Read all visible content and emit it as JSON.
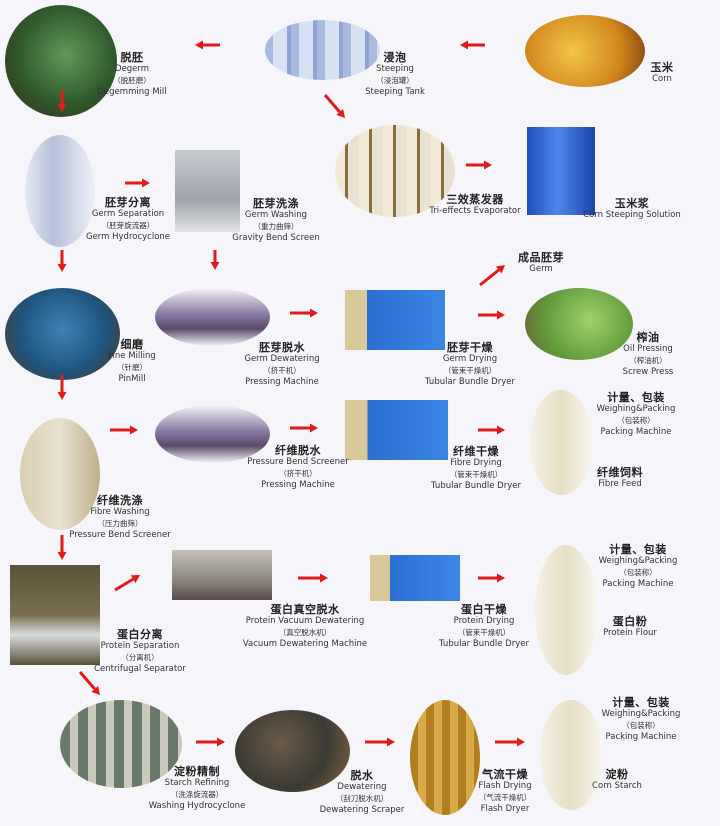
{
  "arrow_color": "#e21a1a",
  "nodes": [
    {
      "id": "corn",
      "photo": "corn-photo",
      "cn": "玉米",
      "en": "Corn"
    },
    {
      "id": "steeping",
      "photo": "steeping-tank-photo",
      "cn": "浸泡",
      "en": "Steeping",
      "machine_cn": "（浸泡罐）",
      "machine_en": "Steeping Tank"
    },
    {
      "id": "degerm",
      "photo": "degemming-mill-photo",
      "cn": "脱胚",
      "en": "Degerm",
      "machine_cn": "（脱胚磨）",
      "machine_en": "Degemming Mill"
    },
    {
      "id": "evaporator",
      "photo": "evaporator-photo",
      "cn": "三效蒸发器",
      "en": "Tri-effects Evaporator"
    },
    {
      "id": "steep-solution",
      "photo": "drum-photo",
      "cn": "玉米浆",
      "en": "Corn Steeping Solution"
    },
    {
      "id": "germ-separation",
      "photo": "hydrocyclone-photo",
      "cn": "胚芽分离",
      "en": "Germ Separation",
      "machine_cn": "（胚芽旋流器）",
      "machine_en": "Germ Hydrocyclone"
    },
    {
      "id": "germ-washing",
      "photo": "bend-screen-photo",
      "cn": "胚芽洗涤",
      "en": "Germ Washing",
      "machine_cn": "（重力曲筛）",
      "machine_en": "Gravity Bend Screen"
    },
    {
      "id": "germ-product",
      "cn": "成品胚芽",
      "en": "Germ"
    },
    {
      "id": "fine-milling",
      "photo": "pin-mill-photo",
      "cn": "细磨",
      "en": "Fine Milling",
      "machine_cn": "（针磨）",
      "machine_en": "PinMill"
    },
    {
      "id": "germ-dewatering",
      "photo": "pressing-machine-photo",
      "cn": "胚芽脱水",
      "en": "Germ Dewatering",
      "machine_cn": "（挤干机）",
      "machine_en": "Pressing Machine"
    },
    {
      "id": "germ-drying",
      "photo": "tubular-dryer-photo",
      "cn": "胚芽干燥",
      "en": "Germ Drying",
      "machine_cn": "（管束干燥机）",
      "machine_en": "Tubular Bundle Dryer"
    },
    {
      "id": "oil-pressing",
      "photo": "screw-press-photo",
      "cn": "榨油",
      "en": "Oil Pressing",
      "machine_cn": "（榨油机）",
      "machine_en": "Screw Press"
    },
    {
      "id": "fibre-washing",
      "photo": "pressure-screen-photo",
      "cn": "纤维洗涤",
      "en": "Fibre Washing",
      "machine_cn": "（压力曲筛）",
      "machine_en": "Pressure Bend Screener"
    },
    {
      "id": "fibre-dewatering",
      "photo": "pressing-machine-photo",
      "cn": "纤维脱水",
      "en": "Pressure Bend Screener",
      "machine_cn": "（挤干机）",
      "machine_en": "Pressing Machine"
    },
    {
      "id": "fibre-drying",
      "photo": "tubular-dryer-photo",
      "cn": "纤维干燥",
      "en": "Fibre Drying",
      "machine_cn": "（管束干燥机）",
      "machine_en": "Tubular Bundle Dryer"
    },
    {
      "id": "fibre-packing",
      "photo": "packing-machine-photo",
      "cn": "计量、包装",
      "en": "Weighing&Packing",
      "machine_cn": "（包装称）",
      "machine_en": "Packing Machine"
    },
    {
      "id": "fibre-feed",
      "cn": "纤维饲料",
      "en": "Fibre Feed"
    },
    {
      "id": "protein-separation",
      "photo": "centrifuge-photo",
      "cn": "蛋白分离",
      "en": "Protein Separation",
      "machine_cn": "（分离机）",
      "machine_en": "Centrifugal Separator"
    },
    {
      "id": "protein-vacuum",
      "photo": "vacuum-drum-photo",
      "cn": "蛋白真空脱水",
      "en": "Protein Vacuum Dewatering",
      "machine_cn": "（真空脱水机）",
      "machine_en": "Vacuum Dewatering Machine"
    },
    {
      "id": "protein-drying",
      "photo": "tubular-dryer-photo",
      "cn": "蛋白干燥",
      "en": "Protein Drying",
      "machine_cn": "（管束干燥机）",
      "machine_en": "Tubular Bundle Dryer"
    },
    {
      "id": "protein-packing",
      "photo": "packing-machine-photo",
      "cn": "计量、包装",
      "en": "Weighing&Packing",
      "machine_cn": "（包装称）",
      "machine_en": "Packing Machine"
    },
    {
      "id": "protein-flour",
      "cn": "蛋白粉",
      "en": "Protein Flour"
    },
    {
      "id": "starch-refining",
      "photo": "washing-hydrocyclone-photo",
      "cn": "淀粉精制",
      "en": "Starch Refining",
      "machine_cn": "（洗涤旋流器）",
      "machine_en": "Washing Hydrocyclone"
    },
    {
      "id": "dewatering",
      "photo": "scraper-photo",
      "cn": "脱水",
      "en": "Dewatering",
      "machine_cn": "（刮刀脱水机）",
      "machine_en": "Dewatering Scraper"
    },
    {
      "id": "flash-drying",
      "photo": "flash-dryer-photo",
      "cn": "气流干燥",
      "en": "Flash Drying",
      "machine_cn": "（气流干燥机）",
      "machine_en": "Flash Dryer"
    },
    {
      "id": "starch-packing",
      "photo": "packing-machine-photo",
      "cn": "计量、包装",
      "en": "Weighing&Packing",
      "machine_cn": "（包装称）",
      "machine_en": "Packing Machine"
    },
    {
      "id": "corn-starch",
      "cn": "淀粉",
      "en": "Corn Starch"
    }
  ]
}
